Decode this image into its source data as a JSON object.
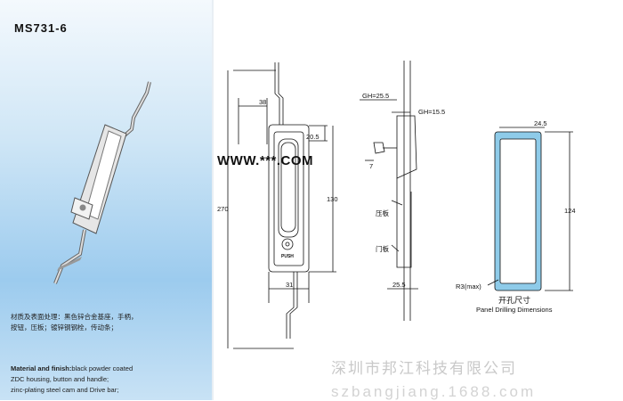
{
  "model": "MS731-6",
  "material": {
    "cn_line1": "材质及表面处理：黑色锌合金基座，手柄，",
    "cn_line2": "按钮，压板；镀锌钢钢栓，传动条；",
    "en_label": "Material and finish:",
    "en_line1": "black powder coated",
    "en_line2": "ZDC housing, button and handle;",
    "en_line3": "zinc-plating steel cam and Drive bar;"
  },
  "dimensions": {
    "d38": "38",
    "d270": "270",
    "d20_5": "20.5",
    "d130": "130",
    "d31": "31",
    "gh25": "GH=25.5",
    "gh15": "GH=15.5",
    "d7": "7",
    "d25_5": "25.5",
    "d24_5": "24.5",
    "d124": "124",
    "r3": "R3(max)"
  },
  "labels": {
    "press_plate": "压板",
    "door_plate": "门板",
    "push": "PUSH",
    "drill_cn": "开孔尺寸",
    "drill_en": "Panel Drilling Dimensions"
  },
  "watermark": {
    "url": "WWW.***.COM",
    "company": "深圳市邦江科技有限公司",
    "site": "szbangjiang.1688.com"
  }
}
